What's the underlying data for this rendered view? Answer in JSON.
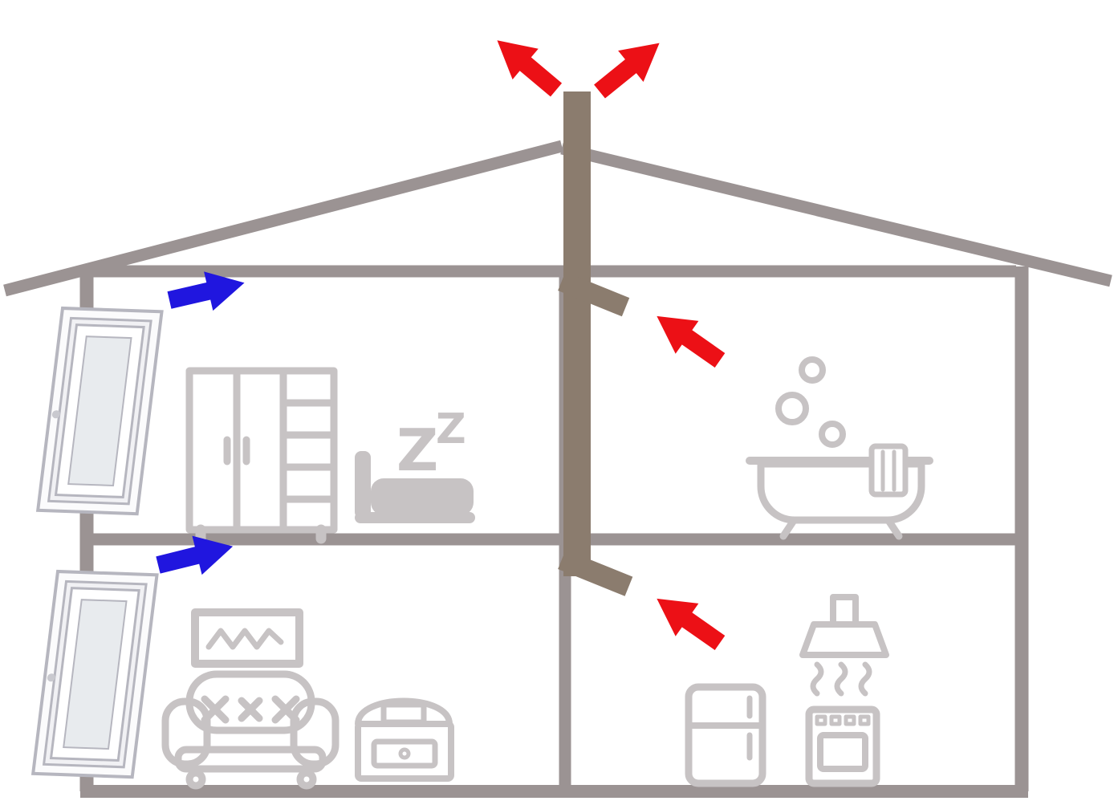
{
  "page": {
    "background": "#ffffff"
  },
  "colors": {
    "structure": "#9b9393",
    "furniture": "#c7c3c4",
    "duct": "#8b7c6e",
    "exhaust": "#ec1016",
    "supply": "#2016df",
    "window_frame": "#b6b6bf",
    "glass": "#e8ebee"
  },
  "sleep": {
    "z_large": "Z",
    "z_small": "Z"
  },
  "arrows": {
    "exhaust": [
      "exhaust-roof-left",
      "exhaust-roof-right",
      "exhaust-upper-room",
      "exhaust-lower-room"
    ],
    "supply": [
      "supply-upper-room",
      "supply-lower-room"
    ]
  },
  "icons": {
    "upper_left_room": [
      "tilt-window",
      "wardrobe",
      "bed-sleeping",
      "zz-sleep-text"
    ],
    "upper_right_room": [
      "bathtub",
      "bubbles",
      "towel"
    ],
    "lower_left_room": [
      "tilt-window",
      "picture-frame",
      "sofa",
      "nightstand"
    ],
    "lower_right_room": [
      "fridge",
      "range-hood",
      "stove"
    ]
  }
}
